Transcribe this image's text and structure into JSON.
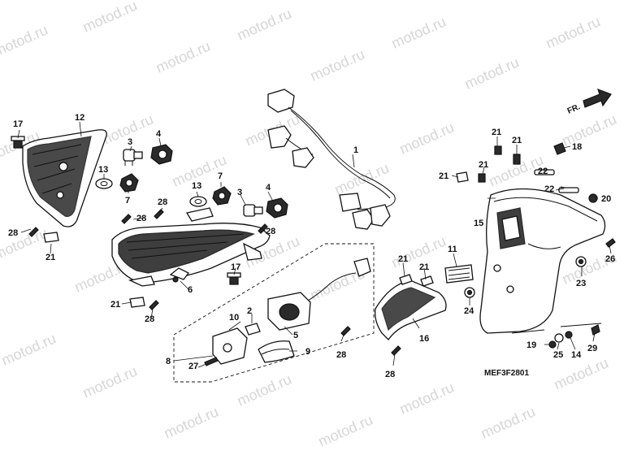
{
  "watermark": "motod.ru",
  "diagram_code": "MEF3F2801",
  "direction_label": "FR.",
  "callouts": {
    "p1": "1",
    "p2": "2",
    "p3a": "3",
    "p3b": "3",
    "p4a": "4",
    "p4b": "4",
    "p5": "5",
    "p6": "6",
    "p7a": "7",
    "p7b": "7",
    "p8": "8",
    "p9": "9",
    "p10": "10",
    "p11": "11",
    "p12": "12",
    "p13a": "13",
    "p13b": "13",
    "p14": "14",
    "p15": "15",
    "p16": "16",
    "p17a": "17",
    "p17b": "17",
    "p18": "18",
    "p19": "19",
    "p20": "20",
    "p21a": "21",
    "p21b": "21",
    "p21c": "21",
    "p21d": "21",
    "p21e": "21",
    "p21f": "21",
    "p21g": "21",
    "p21h": "21",
    "p22a": "22",
    "p22b": "22",
    "p23": "23",
    "p24": "24",
    "p25": "25",
    "p26": "26",
    "p27": "27",
    "p28a": "28",
    "p28b": "28",
    "p28c": "28",
    "p28d": "28",
    "p28e": "28",
    "p28f": "28",
    "p28g": "28",
    "p29": "29"
  }
}
